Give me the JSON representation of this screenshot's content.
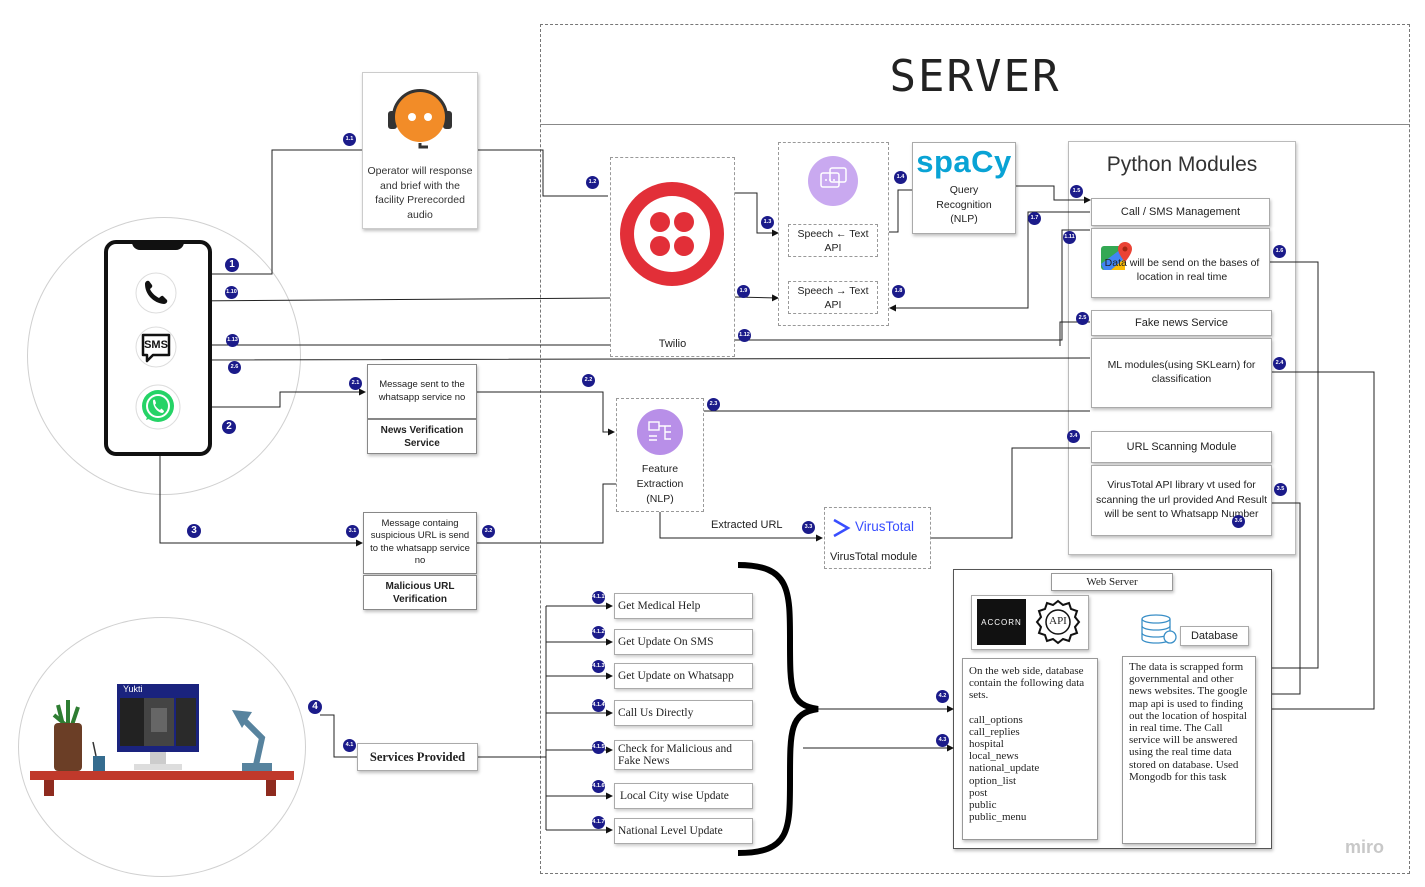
{
  "server": {
    "title": "SERVER"
  },
  "operator": {
    "text": "Operator will response and brief with the facility Prerecorded audio"
  },
  "twilio": {
    "label": "Twilio"
  },
  "speech_to_text": {
    "label": "Speech ← Text API"
  },
  "text_to_speech": {
    "label": "Speech → Text API"
  },
  "spacy": {
    "logo": "spaCy",
    "label": "Query Recognition (NLP)"
  },
  "python_modules": {
    "title": "Python Modules",
    "call_sms": "Call / SMS Management",
    "location": "Data will be send on the bases of location in real time",
    "fake_news": "Fake news Service",
    "ml": "ML modules(using SKLearn) for classification",
    "url_scan": "URL Scanning Module",
    "virustotal_api": "VirusTotal API library vt used for scanning the url provided And Result will be sent to Whatsapp Number"
  },
  "phone": {
    "sms_icon_text": "SMS"
  },
  "news_verification": {
    "message": "Message sent to the whatsapp service no",
    "title": "News Verification Service"
  },
  "malicious_url": {
    "message": "Message containg suspicious URL is send to the whatsapp service no",
    "title": "Malicious URL Verification"
  },
  "feature_extraction": {
    "label": "Feature Extraction (NLP)"
  },
  "extracted_url": {
    "label": "Extracted URL"
  },
  "virustotal": {
    "logo": "VirusTotal",
    "label": "VirusTotal module"
  },
  "services": {
    "title": "Services Provided",
    "items": [
      "Get Medical Help",
      "Get Update On SMS",
      "Get Update on Whatsapp",
      "Call Us Directly",
      "Check for Malicious and Fake News",
      "Local City wise Update",
      "National Level Update"
    ]
  },
  "web_server": {
    "title": "Web Server",
    "accorn": "ACCORN",
    "api": "API",
    "database_label": "Database",
    "web_side_intro": "On the web side, database contain the following data sets.",
    "datasets": [
      "call_options",
      "call_replies",
      "hospital",
      "local_news",
      "national_update",
      "option_list",
      "post",
      "public",
      "public_menu"
    ],
    "database_text": "The data is scrapped form governmental and other news websites. The google map api is used to finding out the location of hospital in real time. The Call service will be answered using the real time data stored on database. Used Mongodb for this task"
  },
  "laptop": {
    "screen_title": "Yukti"
  },
  "watermark": "miro",
  "step_numbers": [
    "1",
    "2",
    "3",
    "4"
  ],
  "badges": [
    "1.1",
    "1.2",
    "1.3",
    "1.4",
    "1.5",
    "1.6",
    "1.7",
    "1.8",
    "1.9",
    "1.10",
    "1.11",
    "1.12",
    "1.13",
    "2.1",
    "2.2",
    "2.3",
    "2.4",
    "2.5",
    "2.6",
    "3.1",
    "3.2",
    "3.3",
    "3.4",
    "3.5",
    "3.6",
    "4.1",
    "4.2",
    "4.3",
    "4.1.1",
    "4.1.2",
    "4.1.3",
    "4.1.4",
    "4.1.5",
    "4.1.6",
    "4.1.7"
  ]
}
